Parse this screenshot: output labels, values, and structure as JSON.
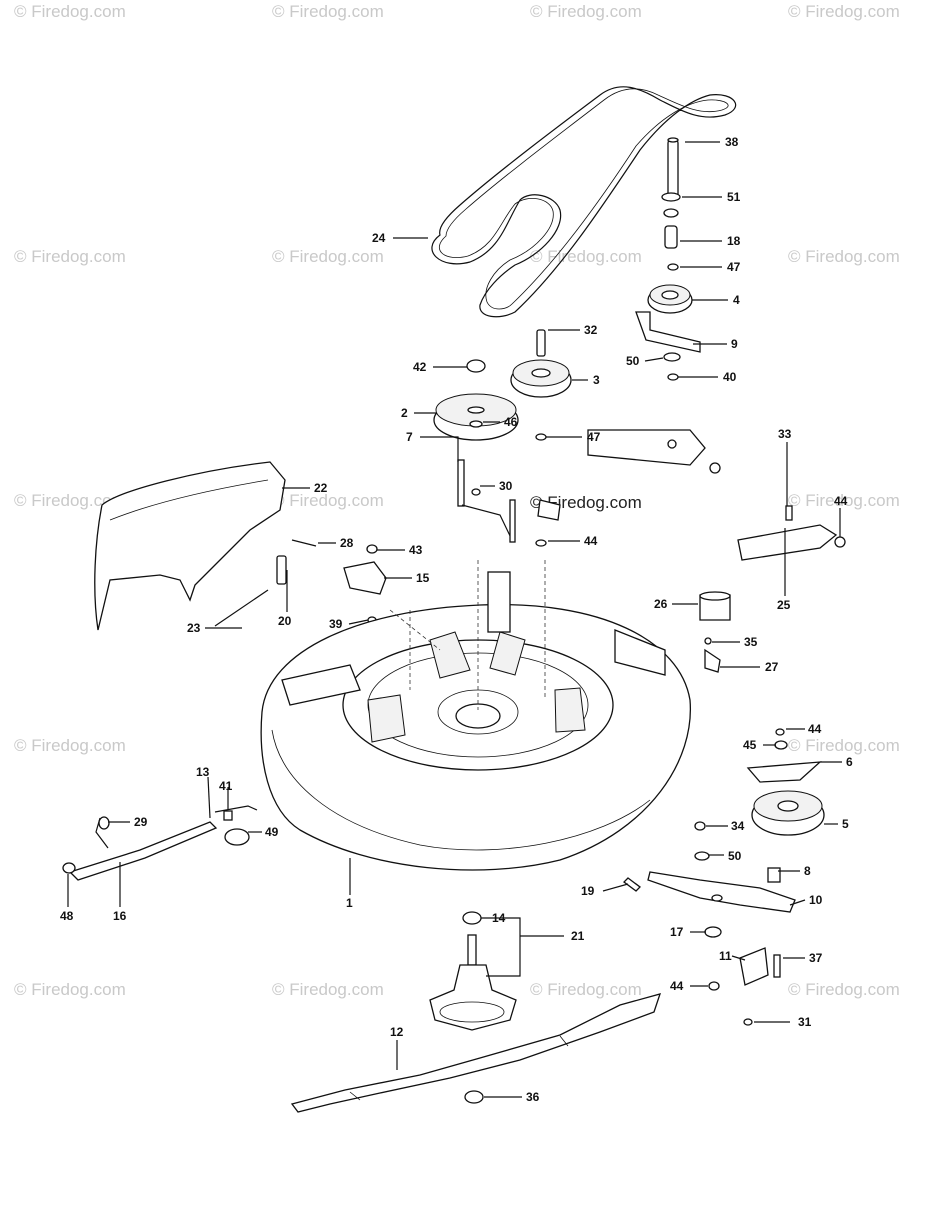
{
  "watermark": {
    "text": "© Firedog.com",
    "center_text": "© Firedog.com"
  },
  "callouts": [
    "38",
    "51",
    "18",
    "47",
    "4",
    "24",
    "32",
    "9",
    "42",
    "50",
    "3",
    "40",
    "2",
    "47",
    "46",
    "7",
    "30",
    "33",
    "44",
    "22",
    "28",
    "43",
    "44",
    "15",
    "26",
    "25",
    "23",
    "20",
    "39",
    "35",
    "27",
    "44",
    "45",
    "6",
    "13",
    "41",
    "29",
    "34",
    "5",
    "49",
    "50",
    "8",
    "48",
    "16",
    "1",
    "19",
    "10",
    "14",
    "21",
    "17",
    "11",
    "37",
    "44",
    "31",
    "12",
    "36"
  ]
}
